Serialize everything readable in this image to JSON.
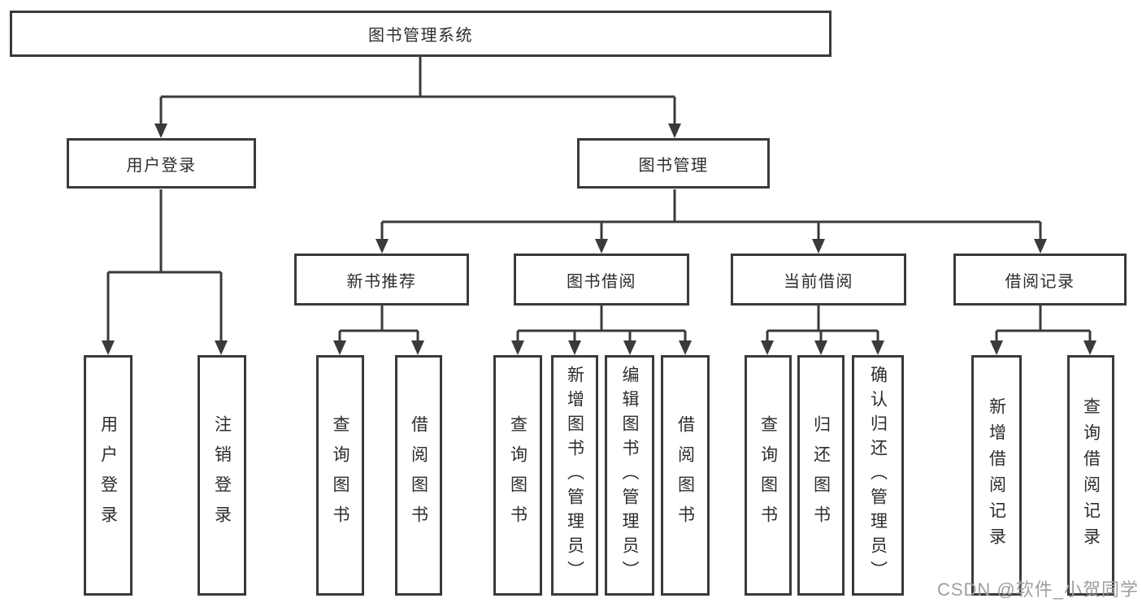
{
  "root": {
    "label": "图书管理系统"
  },
  "user_branch": {
    "label": "用户登录",
    "children": [
      {
        "label": "用户登录"
      },
      {
        "label": "注销登录"
      }
    ]
  },
  "mgmt_branch": {
    "label": "图书管理",
    "sections": [
      {
        "label": "新书推荐",
        "children": [
          {
            "label": "查询图书"
          },
          {
            "label": "借阅图书"
          }
        ]
      },
      {
        "label": "图书借阅",
        "children": [
          {
            "label": "查询图书"
          },
          {
            "label": "新增图书（管理员）"
          },
          {
            "label": "编辑图书（管理员）"
          },
          {
            "label": "借阅图书"
          }
        ]
      },
      {
        "label": "当前借阅",
        "children": [
          {
            "label": "查询图书"
          },
          {
            "label": "归还图书"
          },
          {
            "label": "确认归还（管理员）"
          }
        ]
      },
      {
        "label": "借阅记录",
        "children": [
          {
            "label": "新增借阅记录"
          },
          {
            "label": "查询借阅记录"
          }
        ]
      }
    ]
  },
  "watermark": {
    "text": "CSDN @软件_小贺同学"
  },
  "colors": {
    "line": "#3a3a3a",
    "text": "#2d2d2d",
    "watermark": "#9e9e9e",
    "background": "#ffffff"
  }
}
